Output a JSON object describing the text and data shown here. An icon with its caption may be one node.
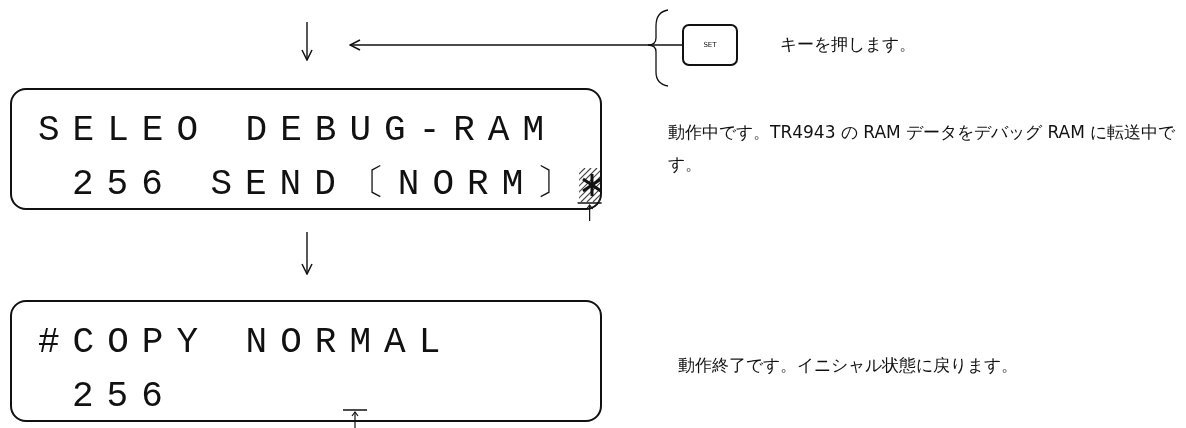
{
  "diagram": {
    "nodes": [
      {
        "text": [
          "SET"
        ],
        "beside": [
          "キーを押します。"
        ]
      },
      {
        "text": [
          "SELEO DEBUG-RAM",
          "256 SEND〔NORM〕"
        ]
      },
      {
        "text": [
          "#COPY NORMAL",
          "256"
        ]
      }
    ],
    "labels": [
      "動作中です。TR4943 の RAM データをデバッグ RAM に転送中です。",
      "動作終了です。イニシャル状態に戻ります。"
    ],
    "edges": [
      {
        "from": 0,
        "to": null,
        "arrow": "to"
      },
      {
        "from": null,
        "to": 1,
        "arrow": "to"
      },
      {
        "from": 1,
        "to": 2,
        "arrow": "to"
      }
    ]
  }
}
